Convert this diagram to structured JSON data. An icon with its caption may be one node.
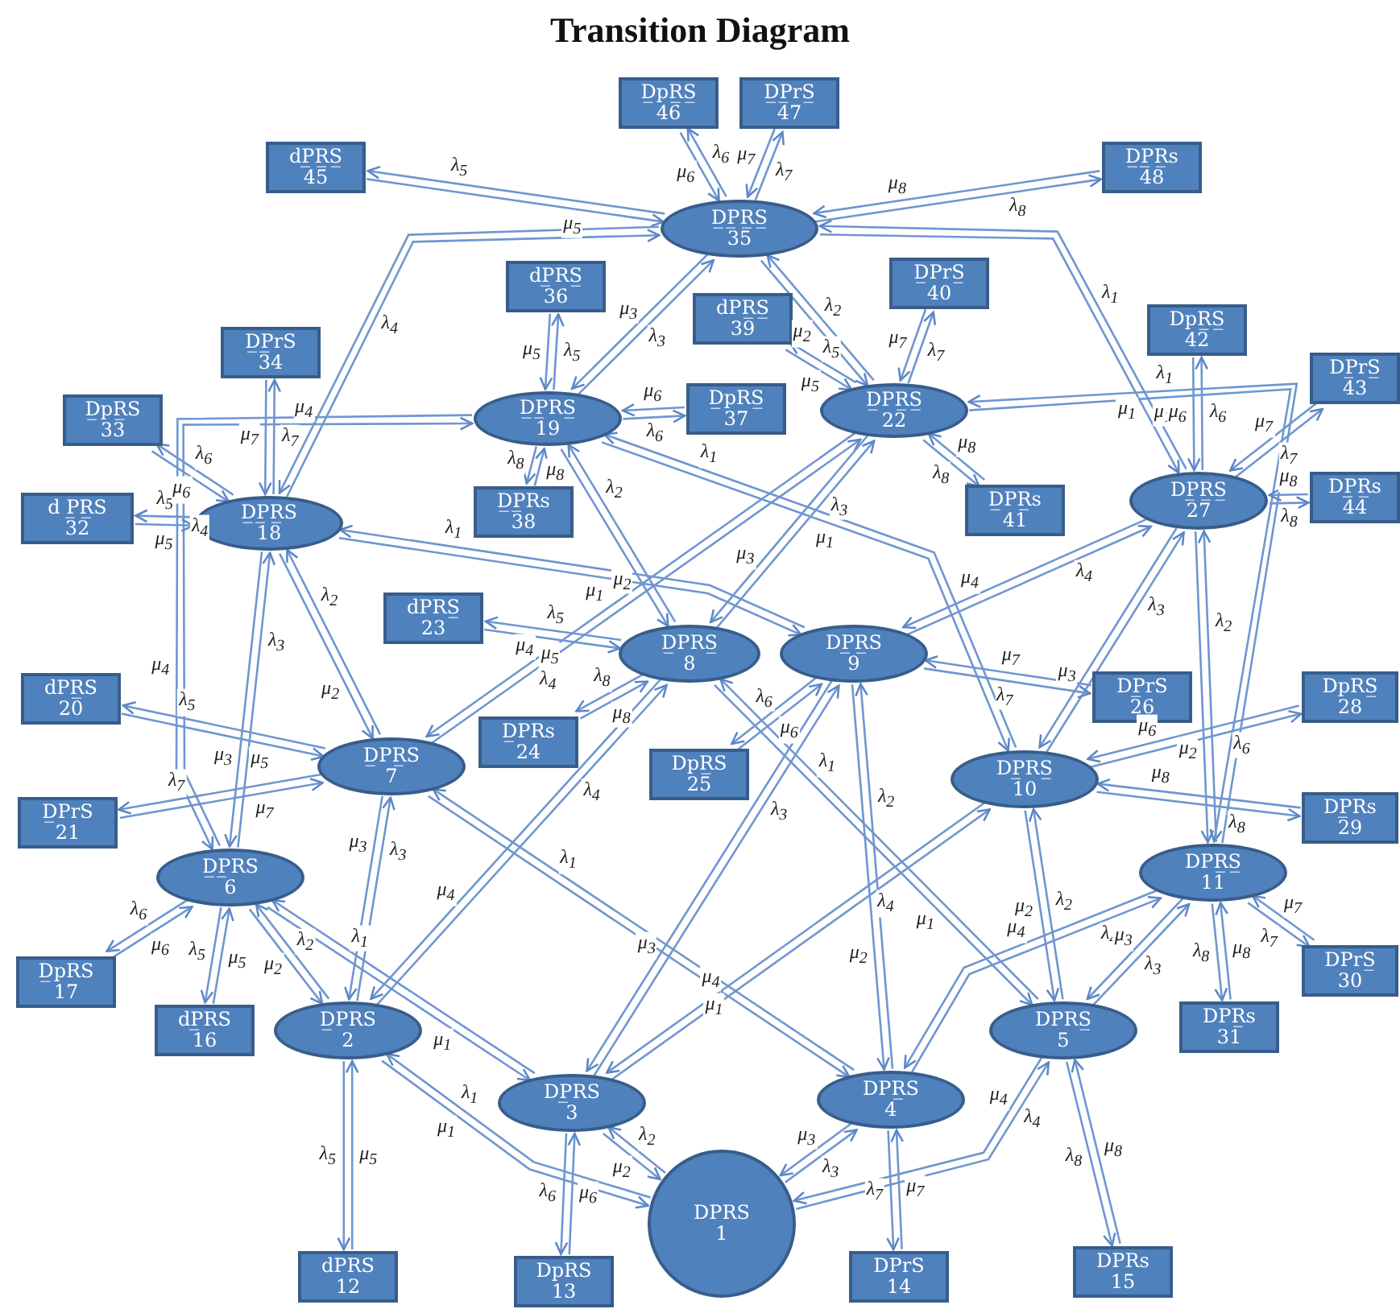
{
  "diagram": {
    "title": "Transition Diagram",
    "nodes": [
      {
        "text": [
          "DPRS",
          "1"
        ]
      },
      {
        "text": [
          "D̲PRS",
          "2"
        ]
      },
      {
        "text": [
          "DP̲RS",
          "3"
        ]
      },
      {
        "text": [
          "DPR̲S",
          "4"
        ]
      },
      {
        "text": [
          "DPRS̲",
          "5"
        ]
      },
      {
        "text": [
          "D̲P̲RS",
          "6"
        ]
      },
      {
        "text": [
          "D̲PR̲S",
          "7"
        ]
      },
      {
        "text": [
          "D̲PRS̲",
          "8"
        ]
      },
      {
        "text": [
          "DP̲R̲S",
          "9"
        ]
      },
      {
        "text": [
          "DP̲RS̲",
          "10"
        ]
      },
      {
        "text": [
          "DPR̲S̲",
          "11"
        ]
      },
      {
        "text": [
          "dPRS",
          "12"
        ]
      },
      {
        "text": [
          "DpRS",
          "13"
        ]
      },
      {
        "text": [
          "DPrS",
          "14"
        ]
      },
      {
        "text": [
          "DPRs",
          "15"
        ]
      },
      {
        "text": [
          "dP̲RS",
          "16"
        ]
      },
      {
        "text": [
          "D̲pRS",
          "17"
        ]
      },
      {
        "text": [
          "D̲P̲R̲S",
          "18"
        ]
      },
      {
        "text": [
          "D̲P̲RS̲",
          "19"
        ]
      },
      {
        "text": [
          "dPR̲S",
          "20"
        ]
      },
      {
        "text": [
          "D̲PrS",
          "21"
        ]
      },
      {
        "text": [
          "D̲PR̲S̲",
          "22"
        ]
      },
      {
        "text": [
          "dPRS̲",
          "23"
        ]
      },
      {
        "text": [
          "D̲PRs",
          "24"
        ]
      },
      {
        "text": [
          "DpR̲S",
          "25"
        ]
      },
      {
        "text": [
          "DP̲rS",
          "26"
        ]
      },
      {
        "text": [
          "DP̲R̲S̲",
          "27"
        ]
      },
      {
        "text": [
          "DpRS̲",
          "28"
        ]
      },
      {
        "text": [
          "DP̲Rs",
          "29"
        ]
      },
      {
        "text": [
          "DPrS̲",
          "30"
        ]
      },
      {
        "text": [
          "DPR̲s",
          "31"
        ]
      },
      {
        "text": [
          "d P̲R̲S",
          "32"
        ]
      },
      {
        "text": [
          "D̲pR̲S",
          "33"
        ]
      },
      {
        "text": [
          "D̲P̲rS",
          "34"
        ]
      },
      {
        "text": [
          "D̲P̲R̲S̲",
          "35"
        ]
      },
      {
        "text": [
          "dP̲RS̲",
          "36"
        ]
      },
      {
        "text": [
          "D̲pRS̲",
          "37"
        ]
      },
      {
        "text": [
          "D̲P̲Rs",
          "38"
        ]
      },
      {
        "text": [
          "dPR̲S̲",
          "39"
        ]
      },
      {
        "text": [
          "D̲PrS̲",
          "40"
        ]
      },
      {
        "text": [
          "D̲PR̲s",
          "41"
        ]
      },
      {
        "text": [
          "DpR̲S̲",
          "42"
        ]
      },
      {
        "text": [
          "DP̲rS̲",
          "43"
        ]
      },
      {
        "text": [
          "DP̲R̲s",
          "44"
        ]
      },
      {
        "text": [
          "dP̲R̲S̲",
          "45"
        ]
      },
      {
        "text": [
          "D̲pR̲S̲",
          "46"
        ]
      },
      {
        "text": [
          "D̲P̲rS̲",
          "47"
        ]
      },
      {
        "text": [
          "D̲P̲R̲s",
          "48"
        ]
      }
    ],
    "edges": [
      {
        "from": 0,
        "to": 1,
        "label": "λ$_{1}$",
        "arrow": "to"
      },
      {
        "from": 1,
        "to": 0,
        "label": "μ$_{1}$",
        "arrow": "to"
      },
      {
        "from": 0,
        "to": 2,
        "label": "λ$_{2}$",
        "arrow": "to"
      },
      {
        "from": 2,
        "to": 0,
        "label": "μ$_{2}$",
        "arrow": "to"
      },
      {
        "from": 0,
        "to": 3,
        "label": "λ$_{3}$",
        "arrow": "to"
      },
      {
        "from": 3,
        "to": 0,
        "label": "μ$_{3}$",
        "arrow": "to"
      },
      {
        "from": 0,
        "to": 4,
        "label": "λ$_{4}$",
        "arrow": "to"
      },
      {
        "from": 4,
        "to": 0,
        "label": "μ$_{4}$",
        "arrow": "to"
      },
      {
        "from": 1,
        "to": 5,
        "label": "λ$_{2}$",
        "arrow": "to"
      },
      {
        "from": 5,
        "to": 1,
        "label": "μ$_{2}$",
        "arrow": "to"
      },
      {
        "from": 1,
        "to": 6,
        "label": "λ$_{3}$",
        "arrow": "to"
      },
      {
        "from": 6,
        "to": 1,
        "label": "μ$_{3}$",
        "arrow": "to"
      },
      {
        "from": 1,
        "to": 7,
        "label": "λ$_{4}$",
        "arrow": "to"
      },
      {
        "from": 7,
        "to": 1,
        "label": "μ$_{4}$",
        "arrow": "to"
      },
      {
        "from": 2,
        "to": 5,
        "label": "λ$_{1}$",
        "arrow": "to"
      },
      {
        "from": 5,
        "to": 2,
        "label": "μ$_{1}$",
        "arrow": "to"
      },
      {
        "from": 2,
        "to": 8,
        "label": "λ$_{3}$",
        "arrow": "to"
      },
      {
        "from": 8,
        "to": 2,
        "label": "μ$_{3}$",
        "arrow": "to"
      },
      {
        "from": 2,
        "to": 9,
        "label": "λ$_{4}$",
        "arrow": "to"
      },
      {
        "from": 9,
        "to": 2,
        "label": "μ$_{4}$",
        "arrow": "to"
      },
      {
        "from": 3,
        "to": 6,
        "label": "λ$_{1}$",
        "arrow": "to"
      },
      {
        "from": 6,
        "to": 3,
        "label": "μ$_{1}$",
        "arrow": "to"
      },
      {
        "from": 3,
        "to": 8,
        "label": "λ$_{2}$",
        "arrow": "to"
      },
      {
        "from": 8,
        "to": 3,
        "label": "μ$_{2}$",
        "arrow": "to"
      },
      {
        "from": 3,
        "to": 10,
        "label": "λ$_{4}$",
        "arrow": "to"
      },
      {
        "from": 10,
        "to": 3,
        "label": "μ$_{4}$",
        "arrow": "to"
      },
      {
        "from": 4,
        "to": 7,
        "label": "λ$_{1}$",
        "arrow": "to"
      },
      {
        "from": 7,
        "to": 4,
        "label": "μ$_{1}$",
        "arrow": "to"
      },
      {
        "from": 4,
        "to": 9,
        "label": "λ$_{2}$",
        "arrow": "to"
      },
      {
        "from": 9,
        "to": 4,
        "label": "μ$_{2}$",
        "arrow": "to"
      },
      {
        "from": 4,
        "to": 10,
        "label": "λ$_{3}$",
        "arrow": "to"
      },
      {
        "from": 10,
        "to": 4,
        "label": "μ$_{3}$",
        "arrow": "to"
      },
      {
        "from": 5,
        "to": 17,
        "label": "λ$_{3}$",
        "arrow": "to"
      },
      {
        "from": 17,
        "to": 5,
        "label": "μ$_{3}$",
        "arrow": "to"
      },
      {
        "from": 5,
        "to": 18,
        "label": "λ$_{4}$",
        "arrow": "to"
      },
      {
        "from": 18,
        "to": 5,
        "label": "μ$_{4}$",
        "arrow": "to"
      },
      {
        "from": 6,
        "to": 17,
        "label": "λ$_{2}$",
        "arrow": "to"
      },
      {
        "from": 17,
        "to": 6,
        "label": "μ$_{2}$",
        "arrow": "to"
      },
      {
        "from": 6,
        "to": 21,
        "label": "λ$_{4}$",
        "arrow": "to"
      },
      {
        "from": 21,
        "to": 6,
        "label": "μ$_{4}$",
        "arrow": "to"
      },
      {
        "from": 7,
        "to": 18,
        "label": "λ$_{2}$",
        "arrow": "to"
      },
      {
        "from": 18,
        "to": 7,
        "label": "μ$_{2}$",
        "arrow": "to"
      },
      {
        "from": 7,
        "to": 21,
        "label": "λ$_{3}$",
        "arrow": "to"
      },
      {
        "from": 21,
        "to": 7,
        "label": "μ$_{3}$",
        "arrow": "to"
      },
      {
        "from": 8,
        "to": 17,
        "label": "λ$_{1}$",
        "arrow": "to"
      },
      {
        "from": 17,
        "to": 8,
        "label": "μ$_{1}$",
        "arrow": "to"
      },
      {
        "from": 8,
        "to": 26,
        "label": "λ$_{4}$",
        "arrow": "to"
      },
      {
        "from": 26,
        "to": 8,
        "label": "μ$_{4}$",
        "arrow": "to"
      },
      {
        "from": 9,
        "to": 18,
        "label": "λ$_{1}$",
        "arrow": "to"
      },
      {
        "from": 18,
        "to": 9,
        "label": "μ$_{1}$",
        "arrow": "to"
      },
      {
        "from": 9,
        "to": 26,
        "label": "λ$_{3}$",
        "arrow": "to"
      },
      {
        "from": 26,
        "to": 9,
        "label": "μ$_{3}$",
        "arrow": "to"
      },
      {
        "from": 10,
        "to": 21,
        "label": "λ$_{1}$",
        "arrow": "to"
      },
      {
        "from": 21,
        "to": 10,
        "label": "μ$_{1}$",
        "arrow": "to"
      },
      {
        "from": 10,
        "to": 26,
        "label": "λ$_{2}$",
        "arrow": "to"
      },
      {
        "from": 26,
        "to": 10,
        "label": "μ$_{2}$",
        "arrow": "to"
      },
      {
        "from": 17,
        "to": 34,
        "label": "λ$_{4}$",
        "arrow": "to"
      },
      {
        "from": 34,
        "to": 17,
        "label": "μ$_{4}$",
        "arrow": "to"
      },
      {
        "from": 18,
        "to": 34,
        "label": "λ$_{3}$",
        "arrow": "to"
      },
      {
        "from": 34,
        "to": 18,
        "label": "μ$_{3}$",
        "arrow": "to"
      },
      {
        "from": 21,
        "to": 34,
        "label": "λ$_{2}$",
        "arrow": "to"
      },
      {
        "from": 34,
        "to": 21,
        "label": "μ$_{2}$",
        "arrow": "to"
      },
      {
        "from": 26,
        "to": 34,
        "label": "λ$_{1}$",
        "arrow": "to"
      },
      {
        "from": 34,
        "to": 26,
        "label": "μ$_{1}$",
        "arrow": "to"
      },
      {
        "from": 1,
        "to": 11,
        "label": "λ$_{5}$",
        "arrow": "to"
      },
      {
        "from": 11,
        "to": 1,
        "label": "μ$_{5}$",
        "arrow": "to"
      },
      {
        "from": 2,
        "to": 12,
        "label": "λ$_{6}$",
        "arrow": "to"
      },
      {
        "from": 12,
        "to": 2,
        "label": "μ$_{6}$",
        "arrow": "to"
      },
      {
        "from": 3,
        "to": 13,
        "label": "λ$_{7}$",
        "arrow": "to"
      },
      {
        "from": 13,
        "to": 3,
        "label": "μ$_{7}$",
        "arrow": "to"
      },
      {
        "from": 4,
        "to": 14,
        "label": "λ$_{8}$",
        "arrow": "to"
      },
      {
        "from": 14,
        "to": 4,
        "label": "μ$_{8}$",
        "arrow": "to"
      },
      {
        "from": 5,
        "to": 15,
        "label": "λ$_{5}$",
        "arrow": "to"
      },
      {
        "from": 15,
        "to": 5,
        "label": "μ$_{5}$",
        "arrow": "to"
      },
      {
        "from": 5,
        "to": 16,
        "label": "λ$_{6}$",
        "arrow": "to"
      },
      {
        "from": 16,
        "to": 5,
        "label": "μ$_{6}$",
        "arrow": "to"
      },
      {
        "from": 6,
        "to": 19,
        "label": "λ$_{5}$",
        "arrow": "to"
      },
      {
        "from": 19,
        "to": 6,
        "label": "μ$_{5}$",
        "arrow": "to"
      },
      {
        "from": 6,
        "to": 20,
        "label": "λ$_{7}$",
        "arrow": "to"
      },
      {
        "from": 20,
        "to": 6,
        "label": "μ$_{7}$",
        "arrow": "to"
      },
      {
        "from": 7,
        "to": 22,
        "label": "λ$_{5}$",
        "arrow": "to"
      },
      {
        "from": 22,
        "to": 7,
        "label": "μ$_{5}$",
        "arrow": "to"
      },
      {
        "from": 7,
        "to": 23,
        "label": "λ$_{8}$",
        "arrow": "to"
      },
      {
        "from": 23,
        "to": 7,
        "label": "μ$_{8}$",
        "arrow": "to"
      },
      {
        "from": 8,
        "to": 24,
        "label": "λ$_{6}$",
        "arrow": "to"
      },
      {
        "from": 24,
        "to": 8,
        "label": "μ$_{6}$",
        "arrow": "to"
      },
      {
        "from": 8,
        "to": 25,
        "label": "λ$_{7}$",
        "arrow": "to"
      },
      {
        "from": 25,
        "to": 8,
        "label": "μ$_{7}$",
        "arrow": "to"
      },
      {
        "from": 9,
        "to": 27,
        "label": "λ$_{6}$",
        "arrow": "to"
      },
      {
        "from": 27,
        "to": 9,
        "label": "μ$_{6}$",
        "arrow": "to"
      },
      {
        "from": 9,
        "to": 28,
        "label": "λ$_{8}$",
        "arrow": "to"
      },
      {
        "from": 28,
        "to": 9,
        "label": "μ$_{8}$",
        "arrow": "to"
      },
      {
        "from": 10,
        "to": 29,
        "label": "λ$_{7}$",
        "arrow": "to"
      },
      {
        "from": 29,
        "to": 10,
        "label": "μ$_{7}$",
        "arrow": "to"
      },
      {
        "from": 10,
        "to": 30,
        "label": "λ$_{8}$",
        "arrow": "to"
      },
      {
        "from": 30,
        "to": 10,
        "label": "μ$_{8}$",
        "arrow": "to"
      },
      {
        "from": 17,
        "to": 31,
        "label": "λ$_{5}$",
        "arrow": "to"
      },
      {
        "from": 31,
        "to": 17,
        "label": "μ$_{5}$",
        "arrow": "to"
      },
      {
        "from": 17,
        "to": 32,
        "label": "λ$_{6}$",
        "arrow": "to"
      },
      {
        "from": 32,
        "to": 17,
        "label": "μ$_{6}$",
        "arrow": "to"
      },
      {
        "from": 17,
        "to": 33,
        "label": "λ$_{7}$",
        "arrow": "to"
      },
      {
        "from": 33,
        "to": 17,
        "label": "μ$_{7}$",
        "arrow": "to"
      },
      {
        "from": 18,
        "to": 35,
        "label": "λ$_{5}$",
        "arrow": "to"
      },
      {
        "from": 35,
        "to": 18,
        "label": "μ$_{5}$",
        "arrow": "to"
      },
      {
        "from": 18,
        "to": 36,
        "label": "λ$_{6}$",
        "arrow": "to"
      },
      {
        "from": 36,
        "to": 18,
        "label": "μ$_{6}$",
        "arrow": "to"
      },
      {
        "from": 18,
        "to": 37,
        "label": "λ$_{8}$",
        "arrow": "to"
      },
      {
        "from": 37,
        "to": 18,
        "label": "μ$_{8}$",
        "arrow": "to"
      },
      {
        "from": 21,
        "to": 38,
        "label": "λ$_{5}$",
        "arrow": "to"
      },
      {
        "from": 38,
        "to": 21,
        "label": "μ$_{5}$",
        "arrow": "to"
      },
      {
        "from": 21,
        "to": 39,
        "label": "λ$_{7}$",
        "arrow": "to"
      },
      {
        "from": 39,
        "to": 21,
        "label": "μ$_{7}$",
        "arrow": "to"
      },
      {
        "from": 21,
        "to": 40,
        "label": "λ$_{8}$",
        "arrow": "to"
      },
      {
        "from": 40,
        "to": 21,
        "label": "μ$_{8}$",
        "arrow": "to"
      },
      {
        "from": 26,
        "to": 41,
        "label": "λ$_{6}$",
        "arrow": "to"
      },
      {
        "from": 41,
        "to": 26,
        "label": "μ$_{6}$",
        "arrow": "to"
      },
      {
        "from": 26,
        "to": 42,
        "label": "λ$_{7}$",
        "arrow": "to"
      },
      {
        "from": 42,
        "to": 26,
        "label": "μ$_{7}$",
        "arrow": "to"
      },
      {
        "from": 26,
        "to": 43,
        "label": "λ$_{8}$",
        "arrow": "to"
      },
      {
        "from": 43,
        "to": 26,
        "label": "μ$_{8}$",
        "arrow": "to"
      },
      {
        "from": 34,
        "to": 44,
        "label": "λ$_{5}$",
        "arrow": "to"
      },
      {
        "from": 44,
        "to": 34,
        "label": "μ$_{5}$",
        "arrow": "to"
      },
      {
        "from": 34,
        "to": 45,
        "label": "λ$_{6}$",
        "arrow": "to"
      },
      {
        "from": 45,
        "to": 34,
        "label": "μ$_{6}$",
        "arrow": "to"
      },
      {
        "from": 34,
        "to": 46,
        "label": "λ$_{7}$",
        "arrow": "to"
      },
      {
        "from": 46,
        "to": 34,
        "label": "μ$_{7}$",
        "arrow": "to"
      },
      {
        "from": 34,
        "to": 47,
        "label": "λ$_{8}$",
        "arrow": "to"
      },
      {
        "from": 47,
        "to": 34,
        "label": "μ$_{8}$",
        "arrow": "to"
      }
    ]
  }
}
